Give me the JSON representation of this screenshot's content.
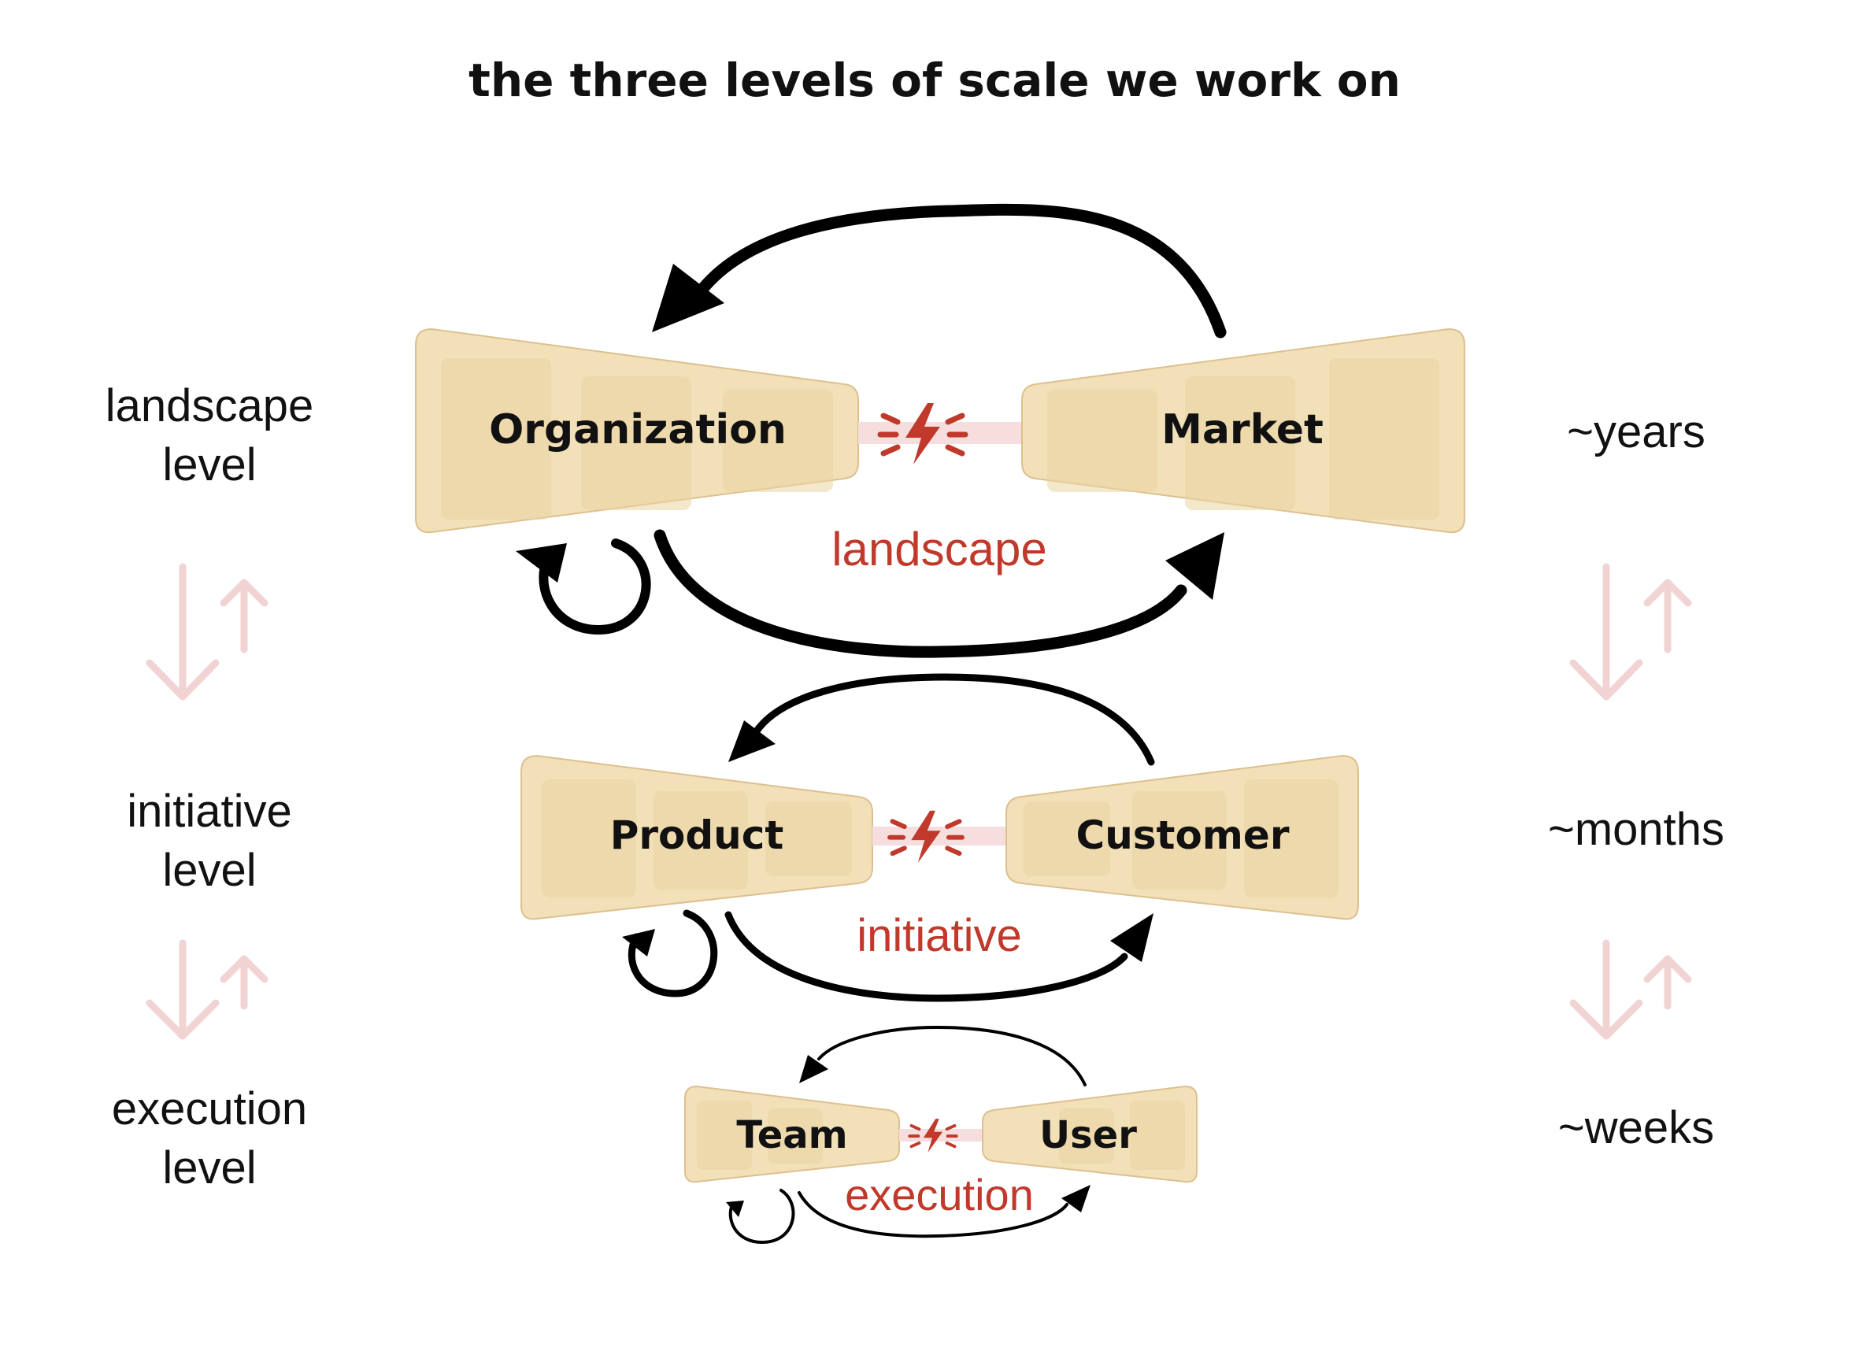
{
  "title": "the three levels of scale we work on",
  "levels": [
    {
      "left_node": "Organization",
      "right_node": "Market",
      "label": "landscape",
      "side_label_line1": "landscape",
      "side_label_line2": "level",
      "timescale": "~years"
    },
    {
      "left_node": "Product",
      "right_node": "Customer",
      "label": "initiative",
      "side_label_line1": "initiative",
      "side_label_line2": "level",
      "timescale": "~months"
    },
    {
      "left_node": "Team",
      "right_node": "User",
      "label": "execution",
      "side_label_line1": "execution",
      "side_label_line2": "level",
      "timescale": "~weeks"
    }
  ],
  "colors": {
    "panel_fill": "#f1e0b8",
    "accent_red": "#c0392b",
    "connector_pink": "#f6dede",
    "updown_arrow": "#f2d3d3"
  },
  "icons": [
    "lightning-bolt-icon",
    "cycle-arrow-icon",
    "down-up-arrows-icon"
  ]
}
